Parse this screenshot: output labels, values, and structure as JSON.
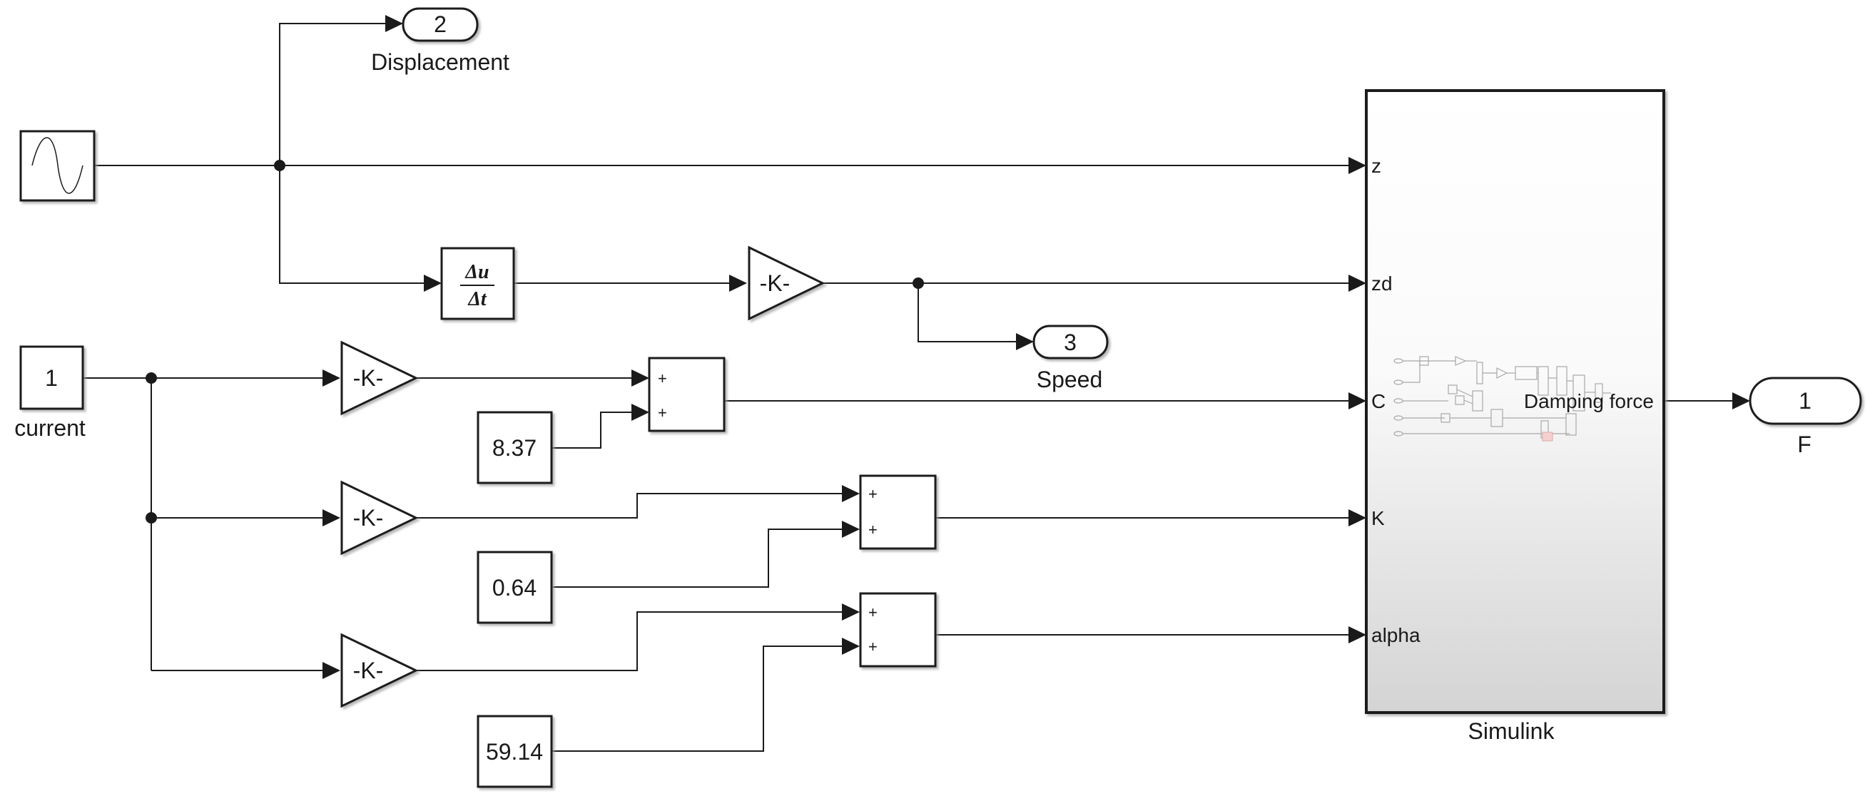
{
  "outports": {
    "displacement": {
      "number": "2",
      "label": "Displacement"
    },
    "speed": {
      "number": "3",
      "label": "Speed"
    },
    "force": {
      "number": "1",
      "label": "F"
    }
  },
  "inport": {
    "number": "1",
    "label": "current"
  },
  "gains": {
    "label": "-K-"
  },
  "constants": {
    "c0": "8.37",
    "k0": "0.64",
    "alpha0": "59.14"
  },
  "sum": {
    "plus": "+"
  },
  "derivative": {
    "num": "Δu",
    "den": "Δt"
  },
  "subsystem": {
    "name": "Simulink",
    "output": "Damping force",
    "inputs": [
      "z",
      "zd",
      "C",
      "K",
      "alpha"
    ]
  }
}
